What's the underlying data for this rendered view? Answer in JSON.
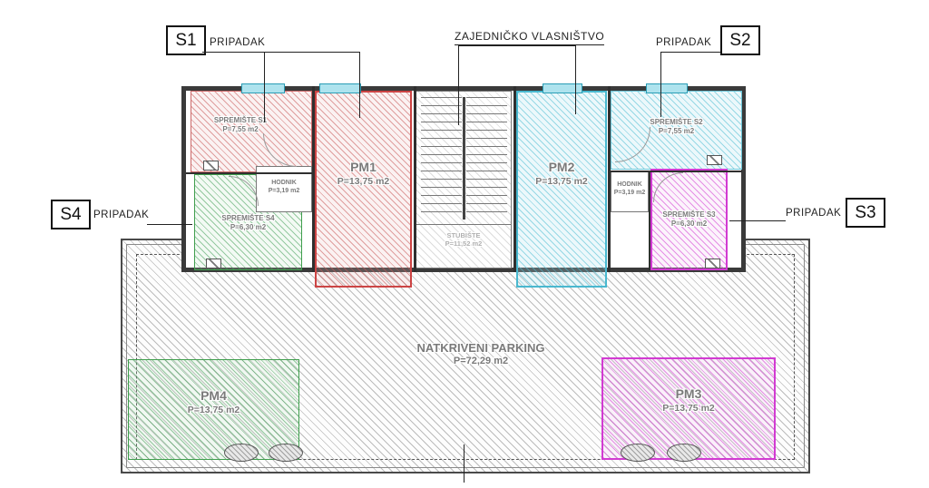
{
  "annotations": {
    "common_ownership": "ZAJEDNIČKO VLASNIŠTVO",
    "pripadak": "PRIPADAK",
    "tags": {
      "s1": "S1",
      "s2": "S2",
      "s3": "S3",
      "s4": "S4"
    }
  },
  "rooms": {
    "spremiste_s1": {
      "name": "SPREMIŠTE S1",
      "area": "P=7,55 m2"
    },
    "spremiste_s2": {
      "name": "SPREMIŠTE S2",
      "area": "P=7,55 m2"
    },
    "spremiste_s3": {
      "name": "SPREMIŠTE S3",
      "area": "P=6,30 m2"
    },
    "spremiste_s4": {
      "name": "SPREMIŠTE S4",
      "area": "P=6,30 m2"
    },
    "hodnik_left": {
      "name": "HODNIK",
      "area": "P=3,19 m2"
    },
    "hodnik_right": {
      "name": "HODNIK",
      "area": "P=3,19 m2"
    },
    "stubiste": {
      "name": "STUBIŠTE",
      "area": "P=11,52 m2"
    },
    "pm1": {
      "name": "PM1",
      "area": "P=13,75 m2"
    },
    "pm2": {
      "name": "PM2",
      "area": "P=13,75 m2"
    },
    "pm3": {
      "name": "PM3",
      "area": "P=13,75 m2"
    },
    "pm4": {
      "name": "PM4",
      "area": "P=13,75 m2"
    },
    "parking": {
      "name": "NATKRIVENI PARKING",
      "area": "P=72,29 m2"
    }
  },
  "colors": {
    "pm1_red": "#cc4444",
    "pm2_cyan": "#49b8cf",
    "pm3_magenta": "#d23bd2",
    "pm4_green": "#3f9e4d",
    "window_cyan": "#2a9db5",
    "wall": "#3a3a3a",
    "hatch_gray": "#8a8a8a"
  }
}
